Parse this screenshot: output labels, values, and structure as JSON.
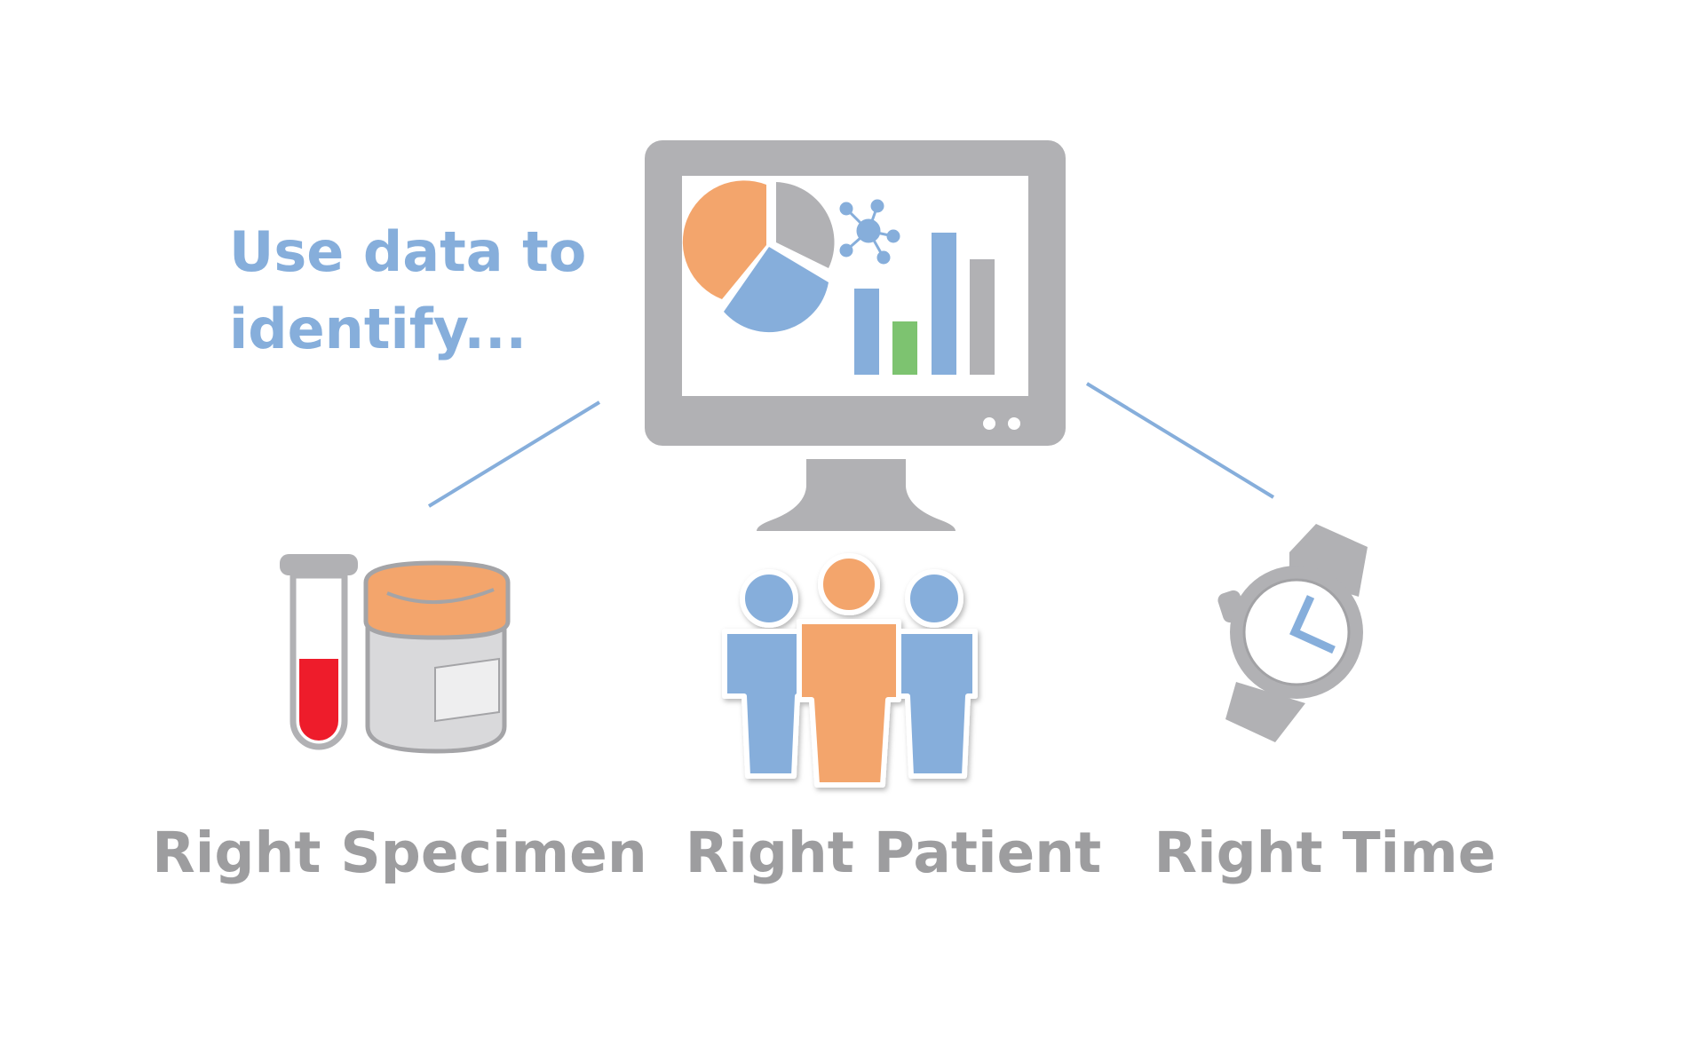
{
  "intro": {
    "line1": "Use data to",
    "line2": "identify..."
  },
  "items": [
    {
      "label": "Right Specimen",
      "icon": "specimen-tube-and-cup-icon"
    },
    {
      "label": "Right Patient",
      "icon": "patients-group-icon"
    },
    {
      "label": "Right Time",
      "icon": "wristwatch-icon"
    }
  ],
  "monitor": {
    "icon": "computer-monitor-icon",
    "screen_icons": [
      "pie-chart-icon",
      "molecule-network-icon",
      "bar-chart-icon"
    ]
  },
  "colors": {
    "gray": "#b1b1b4",
    "blue": "#86aedb",
    "orange": "#f3a56c",
    "green": "#7dc370",
    "red": "#ee1c2b",
    "text_blue": "#86aedb",
    "text_gray": "#9d9d9f"
  }
}
